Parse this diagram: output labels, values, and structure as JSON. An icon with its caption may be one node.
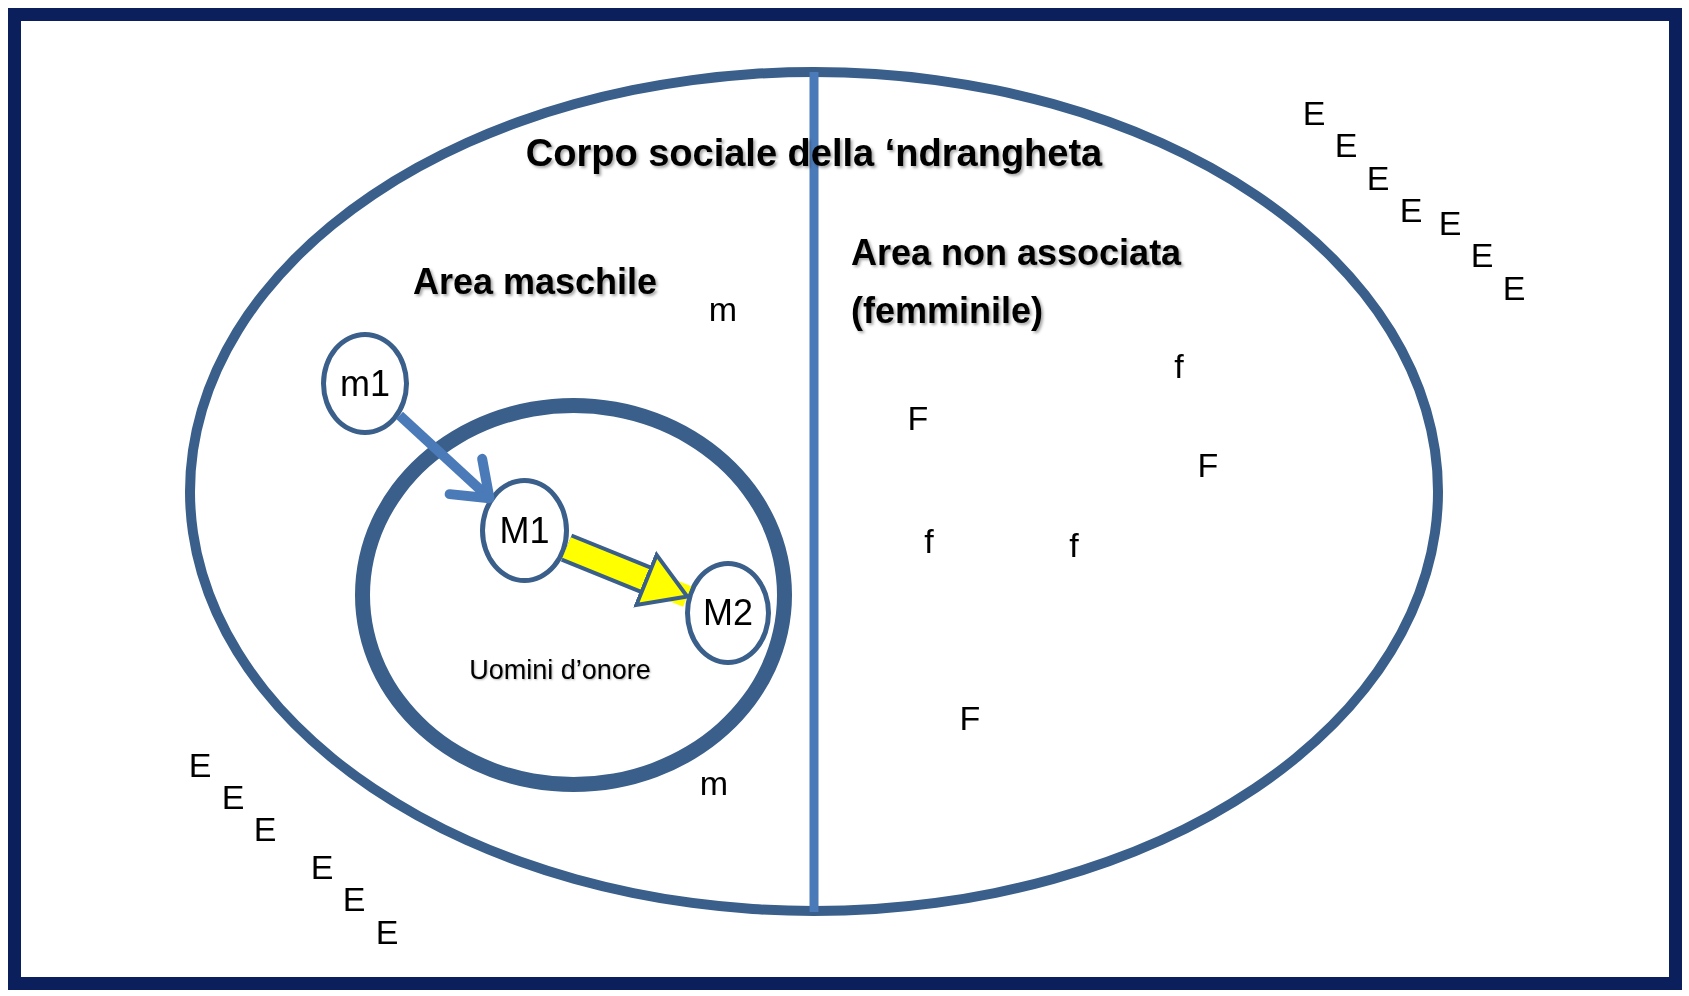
{
  "diagram": {
    "nodes": [
      {
        "text": [
          "Corpo sociale della ‘ndrangheta"
        ]
      },
      {
        "text": [
          "Uomini d’onore"
        ],
        "in": 0
      },
      {
        "text": [
          "m1"
        ],
        "in": 0
      },
      {
        "text": [
          "M1"
        ],
        "in": 1
      },
      {
        "text": [
          "M2"
        ],
        "in": 1
      }
    ],
    "edges": [
      {
        "from": 2,
        "to": 3,
        "arrow": "to"
      },
      {
        "from": 3,
        "to": 4,
        "arrow": "to",
        "style": "thick",
        "color": "#ffff00"
      }
    ],
    "labels": [
      "E",
      "E",
      "E",
      "E",
      "E",
      "E",
      "E",
      "Area maschile",
      "m",
      "Area non associata (femminile)",
      "f",
      "F",
      "F",
      "f",
      "f",
      "F",
      "E",
      "m",
      "E",
      "E",
      "E",
      "E",
      "E"
    ]
  }
}
